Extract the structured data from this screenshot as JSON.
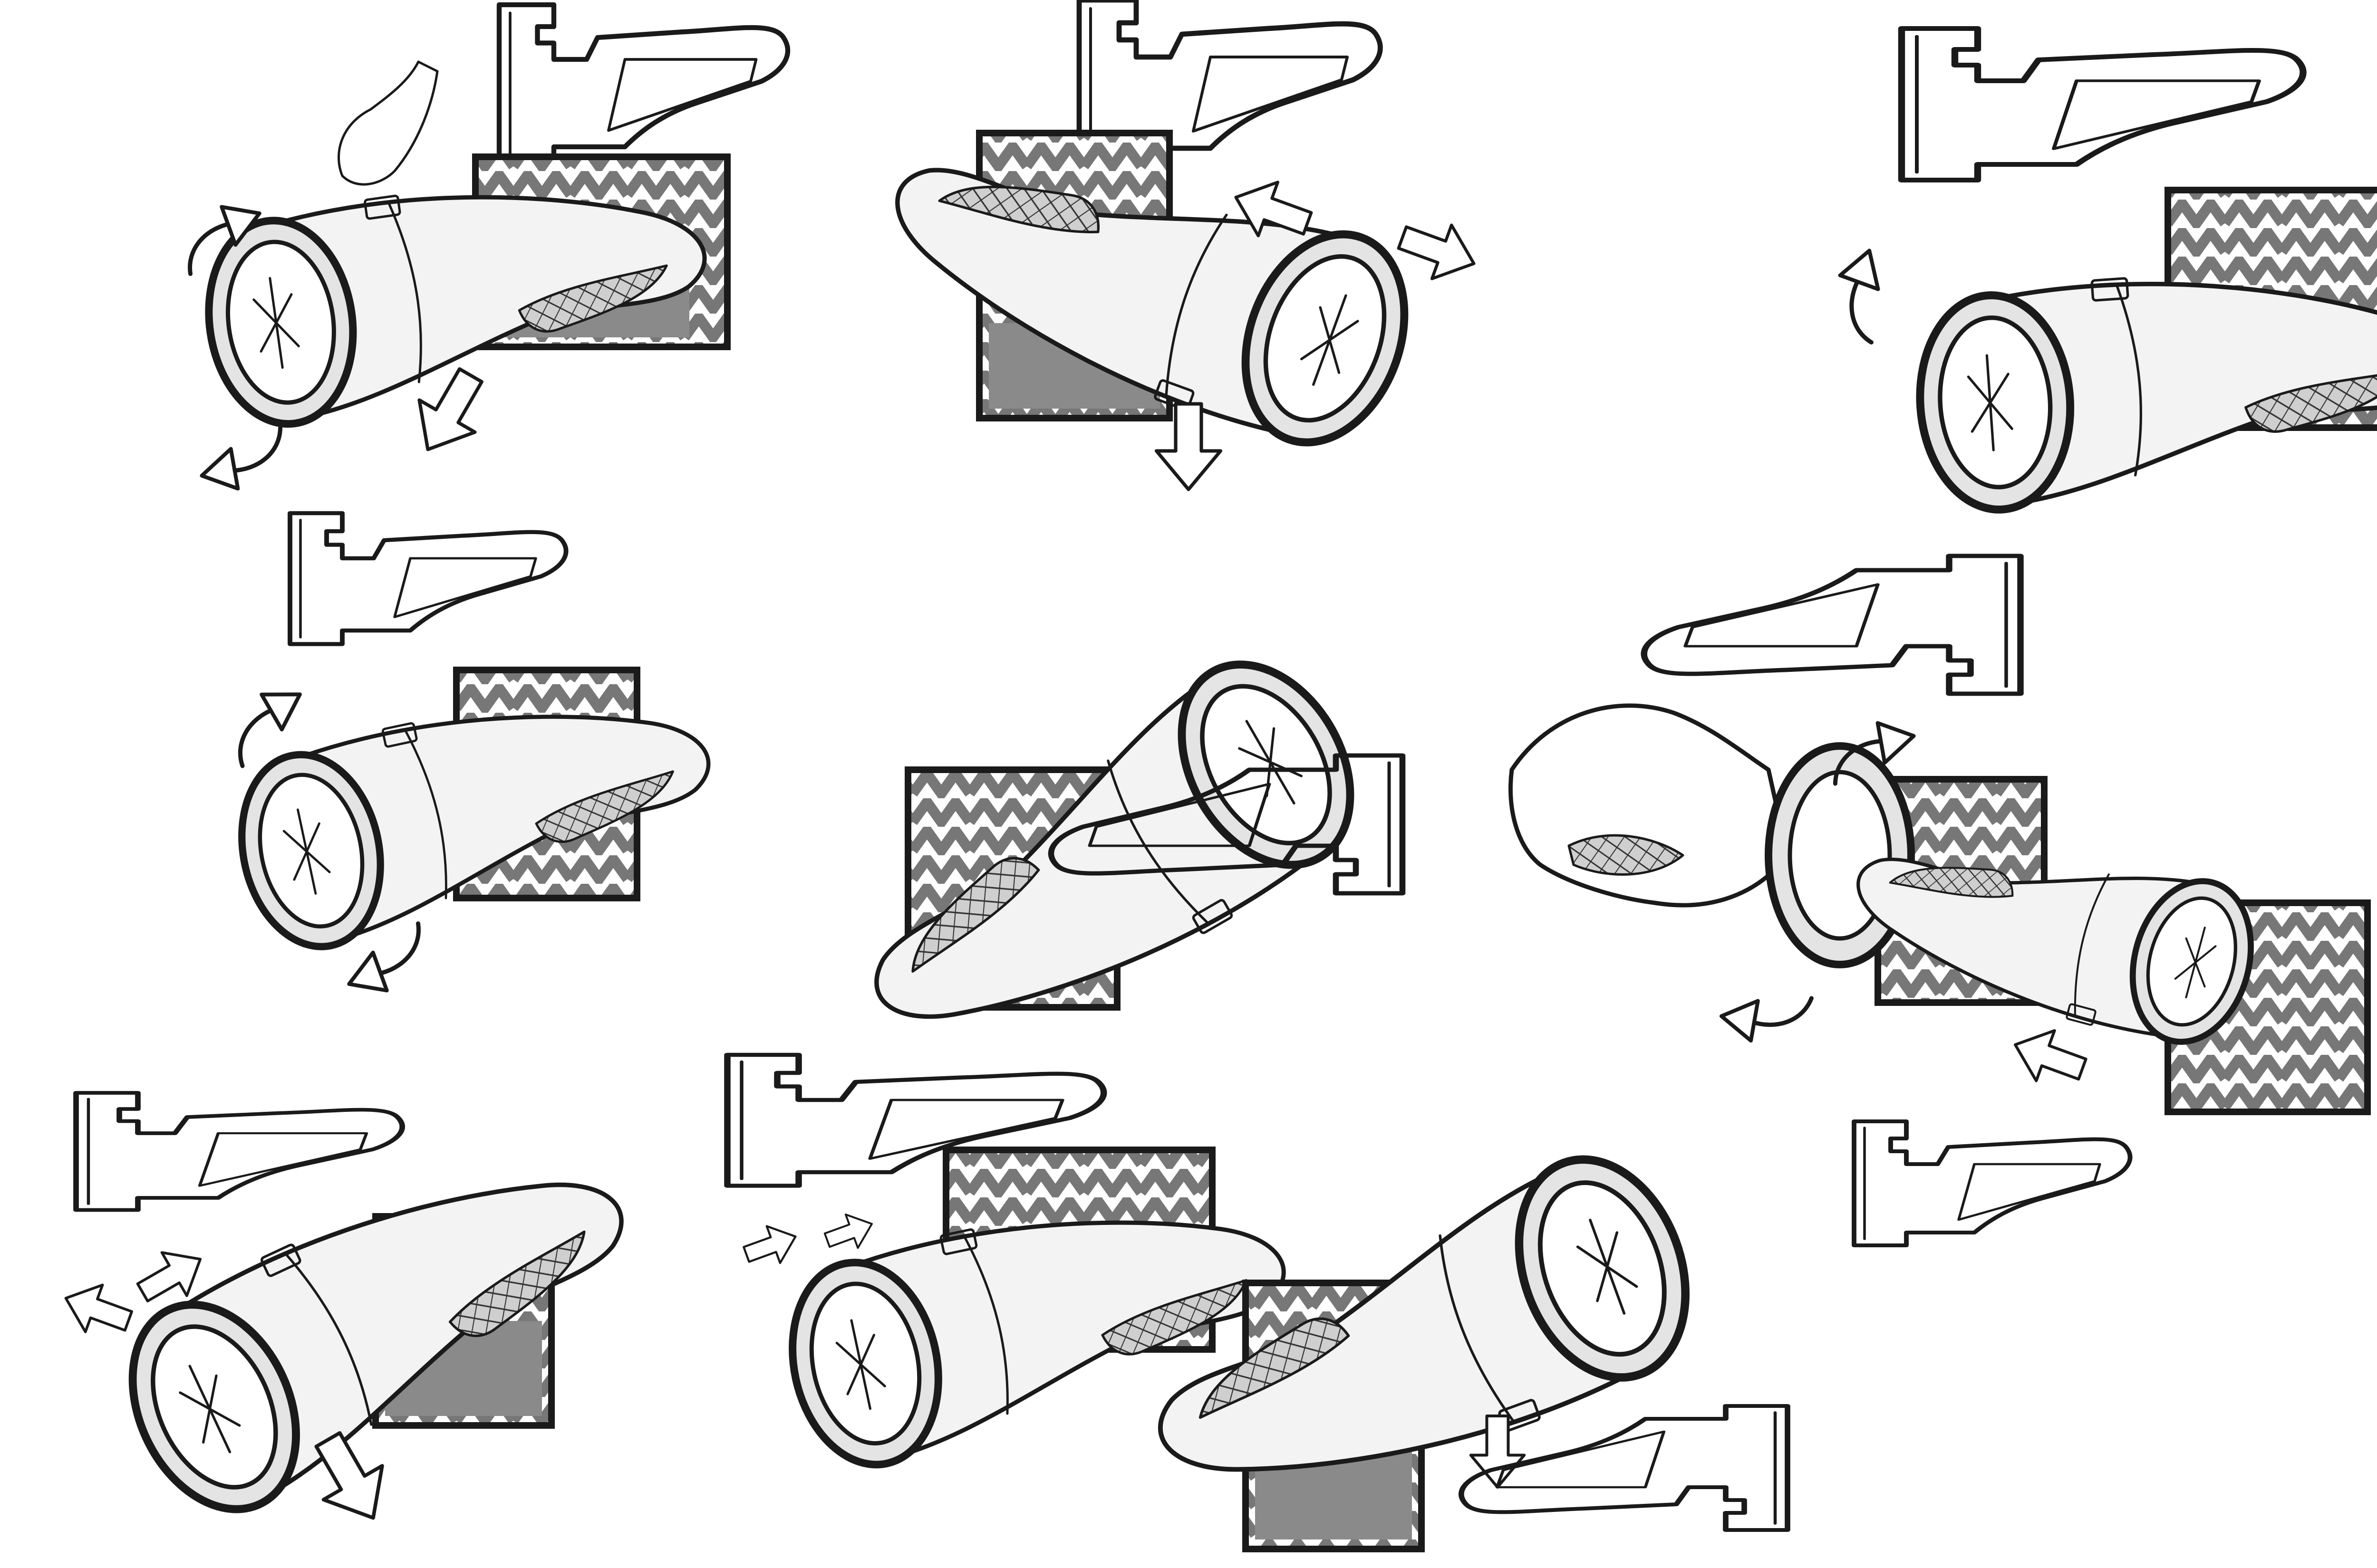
{
  "sketch_sheet": {
    "colors": {
      "background": "#ffffff",
      "ink": "#1a1a1a",
      "marker_gray": "#8a8a8a",
      "body_light": "#f3f3f3"
    },
    "variant_count": 9,
    "profile_section_count": 9,
    "icons": [
      "flashlight-sketch",
      "cross-section-profile",
      "direction-arrow",
      "rotation-arrow",
      "hand-sketch",
      "finger-sketch",
      "marker-panel"
    ]
  }
}
